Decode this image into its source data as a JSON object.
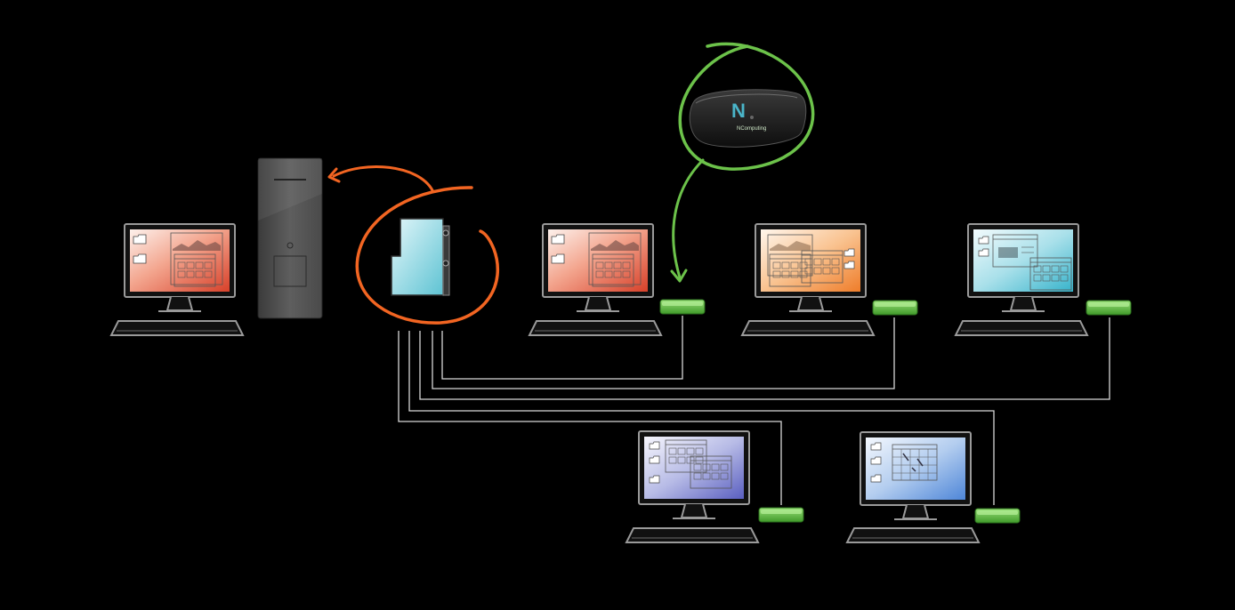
{
  "diagram": {
    "hub_device": {
      "logo_letter": "N",
      "brand_text": "NComputing"
    },
    "colors": {
      "background": "#000000",
      "highlight_orange": "#f26522",
      "highlight_green": "#6cc24a",
      "access_device": "#5fbf3f",
      "cable": "#d8d8d8",
      "outline": "#9a9a9a"
    },
    "screen_themes": [
      {
        "station": "host-pc",
        "theme": "red"
      },
      {
        "station": "station-1",
        "theme": "red"
      },
      {
        "station": "station-2",
        "theme": "orange"
      },
      {
        "station": "station-3",
        "theme": "cyan"
      },
      {
        "station": "station-4",
        "theme": "purple"
      },
      {
        "station": "station-5",
        "theme": "blue"
      }
    ],
    "icons": [
      "tower-pc-icon",
      "network-card-icon",
      "access-device-icon",
      "monitor-icon",
      "keyboard-icon"
    ]
  }
}
